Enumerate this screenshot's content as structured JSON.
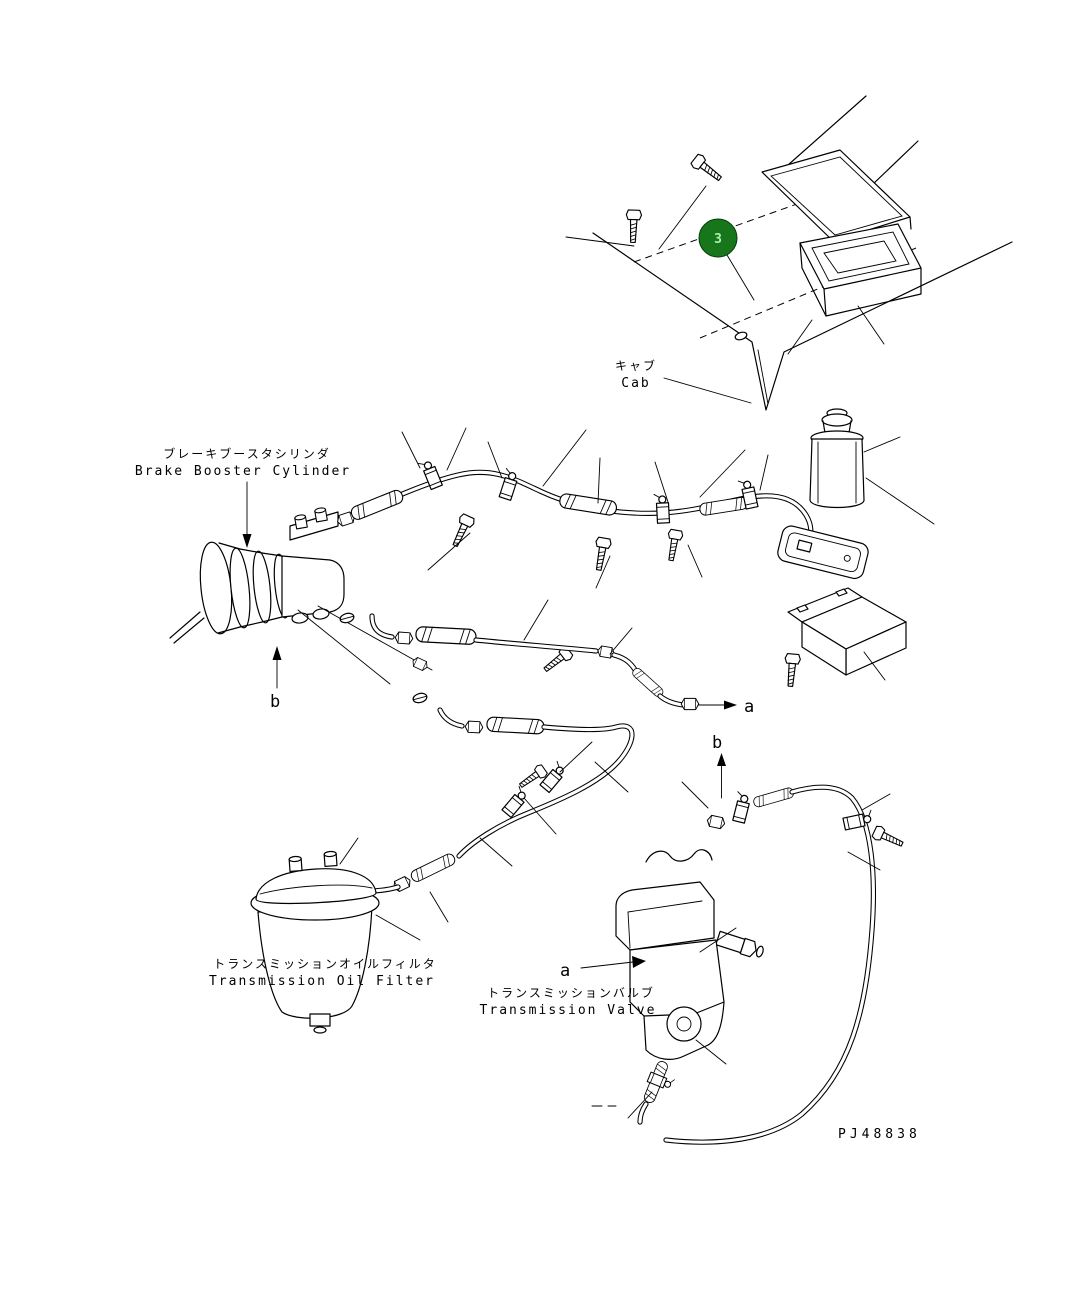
{
  "page": {
    "background": "#ffffff",
    "drawing_number": "PJ48838"
  },
  "callout": {
    "number": "3",
    "bg_color": "#17751c",
    "text_color": "#a9f2a9"
  },
  "labels": {
    "cab": {
      "jp": "キャブ",
      "en": "Cab"
    },
    "brake_booster": {
      "jp": "ブレーキブースタシリンダ",
      "en": "Brake Booster Cylinder"
    },
    "transmission_filter": {
      "jp": "トランスミッションオイルフィルタ",
      "en": "Transmission Oil Filter"
    },
    "transmission_valve": {
      "jp": "トランスミッションバルブ",
      "en": "Transmission Valve"
    }
  },
  "refs": [
    {
      "label": "b"
    },
    {
      "label": "a"
    },
    {
      "label": "b"
    },
    {
      "label": "a"
    }
  ]
}
